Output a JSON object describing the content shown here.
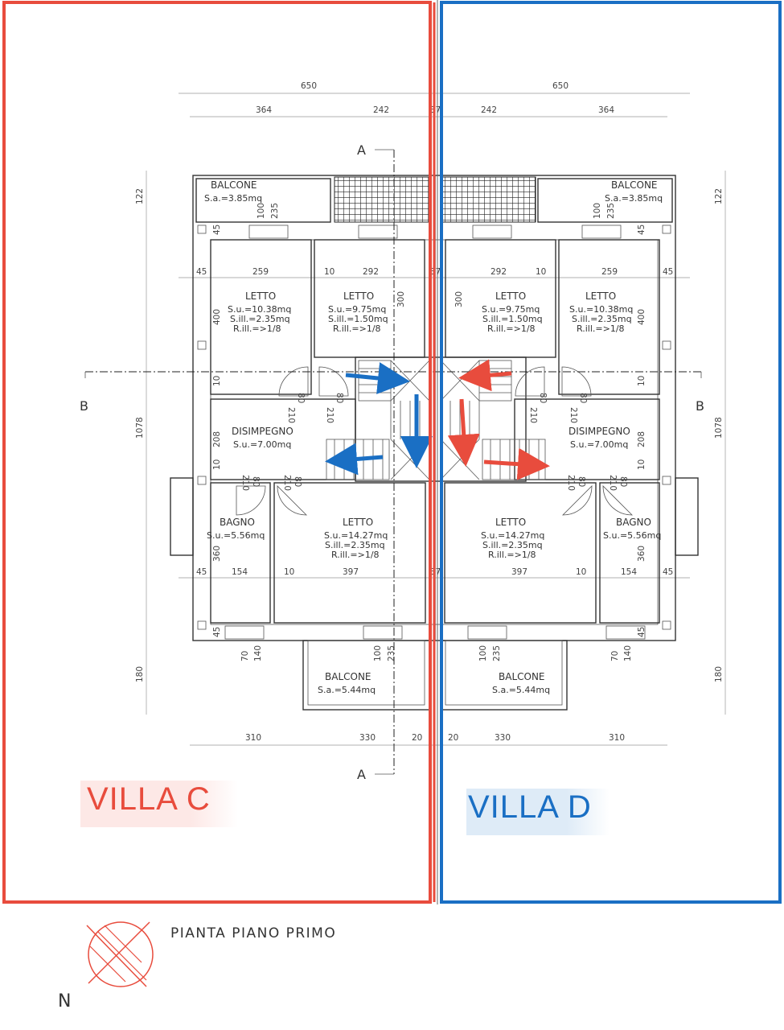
{
  "colors": {
    "villa_c": "#e84c3d",
    "villa_d": "#1a6fc4",
    "lines": "#333333"
  },
  "villas": {
    "c_label": "VILLA  C",
    "d_label": "VILLA D"
  },
  "title": "PIANTA PIANO PRIMO",
  "north": "N",
  "sections": {
    "a": "A",
    "b": "B"
  },
  "dims": {
    "top_total": "650",
    "top_364": "364",
    "top_242": "242",
    "top_37": "37",
    "bottom_310": "310",
    "bottom_330": "330",
    "bottom_20": "20",
    "side_122": "122",
    "side_1078": "1078",
    "side_180": "180",
    "d45": "45",
    "d259": "259",
    "d292": "292",
    "d10": "10",
    "d300": "300",
    "d400": "400",
    "d208": "208",
    "d360": "360",
    "d154": "154",
    "d397": "397",
    "d100": "100",
    "d235": "235",
    "d70": "70",
    "d140": "140",
    "d80": "80",
    "d210": "210"
  },
  "rooms": {
    "balcone_top": {
      "name": "BALCONE",
      "area": "S.a.=3.85mq"
    },
    "balcone_bottom": {
      "name": "BALCONE",
      "area": "S.a.=5.44mq"
    },
    "letto_a": {
      "name": "LETTO",
      "su": "S.u.=10.38mq",
      "sill": "S.ill.=2.35mq",
      "rill": "R.ill.=>1/8"
    },
    "letto_b": {
      "name": "LETTO",
      "su": "S.u.=9.75mq",
      "sill": "S.ill.=1.50mq",
      "rill": "R.ill.=>1/8"
    },
    "letto_c": {
      "name": "LETTO",
      "su": "S.u.=14.27mq",
      "sill": "S.ill.=2.35mq",
      "rill": "R.ill.=>1/8"
    },
    "disimpegno": {
      "name": "DISIMPEGNO",
      "su": "S.u.=7.00mq"
    },
    "bagno": {
      "name": "BAGNO",
      "su": "S.u.=5.56mq"
    }
  }
}
